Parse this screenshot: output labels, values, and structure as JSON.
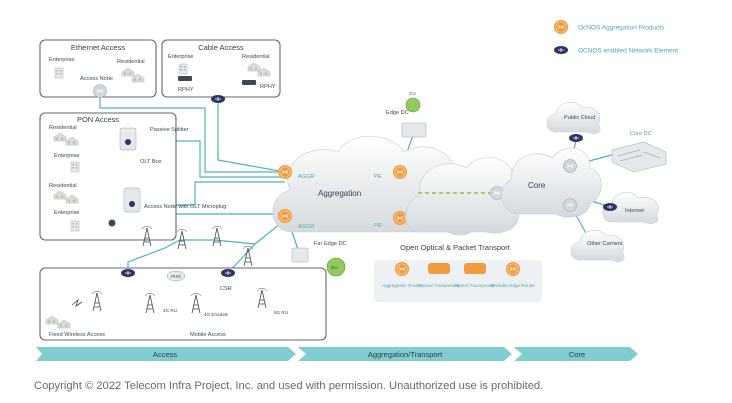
{
  "legend": {
    "aggregation_products": "OcNOS Aggregation Products",
    "network_element": "OCNOS enabled Network Element"
  },
  "access_boxes": {
    "ethernet": {
      "title": "Ethernet Access",
      "enterprise": "Enterprise",
      "residential": "Residential",
      "node": "Access Node"
    },
    "cable": {
      "title": "Cable Access",
      "enterprise": "Enterprise",
      "residential": "Residential",
      "rphy_left": "RPHY",
      "rphy_right": "RPHY"
    },
    "pon": {
      "title": "PON Access",
      "residential_1": "Residential",
      "splitter": "Passive Splitter",
      "enterprise_1": "Enterprise",
      "olt_box": "OLT Box",
      "residential_2": "Residential",
      "access_node_olt": "Access Node with OLT Microplug",
      "enterprise_2": "Enterprise"
    },
    "wireless": {
      "fixed": "Fixed Wireless Access",
      "mobile": "Mobile Access",
      "phg": "PHG",
      "csr": "CSR",
      "ru_4g": "4G RU",
      "enodeb_4g": "4G EnodeB",
      "ru_5g": "5G RU"
    }
  },
  "aggregation": {
    "cloud_label": "Aggregation",
    "aggr_top": "AGGR",
    "aggr_bottom": "AGGR",
    "pe_top": "PE",
    "pe_bottom": "PE",
    "edge_dc": "Edge DC",
    "cu": "CU",
    "far_edge_dc": "Far Edge DC",
    "du": "DU"
  },
  "core": {
    "cloud_label": "Core",
    "public_cloud": "Public Cloud",
    "core_dc": "Core DC",
    "internet": "Internet",
    "other_carriers": "Other Carriers"
  },
  "transport": {
    "title": "Open Optical & Packet Transport",
    "items": [
      "Aggregation Router",
      "Optical Transponder",
      "Optical Transponder",
      "Provider Edge Router"
    ]
  },
  "bands": {
    "access": "Access",
    "aggregation": "Aggregation/Transport",
    "core": "Core"
  },
  "copyright": "Copyright © 2022 Telecom Infra Project, Inc. and used with permission. Unauthorized use is prohibited.",
  "colors": {
    "teal": "#4fb3b7",
    "orange": "#f39a3d",
    "navy": "#2c3566",
    "band": "#7fcdd0"
  }
}
